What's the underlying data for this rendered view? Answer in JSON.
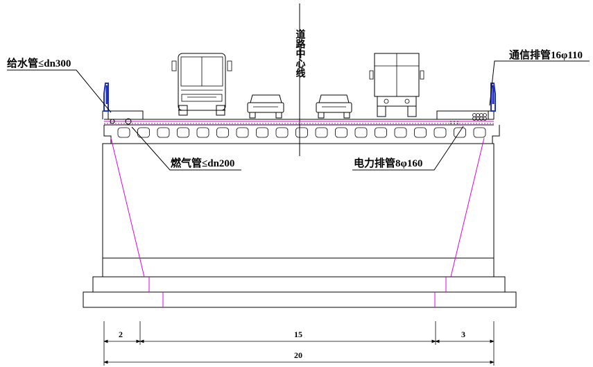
{
  "center_line_label": "道路中心线",
  "labels": {
    "water_pipe": "给水管≤dn300",
    "comm_pipe": "通信排管16φ110",
    "gas_pipe": "燃气管≤dn200",
    "power_pipe": "电力排管8φ160"
  },
  "dimensions": {
    "left_sidewalk": "2",
    "carriageway": "15",
    "right_sidewalk": "3",
    "total": "20"
  },
  "colors": {
    "outline": "#000000",
    "accent_magenta": "#e000e0",
    "railing_blue": "#2030c0"
  }
}
